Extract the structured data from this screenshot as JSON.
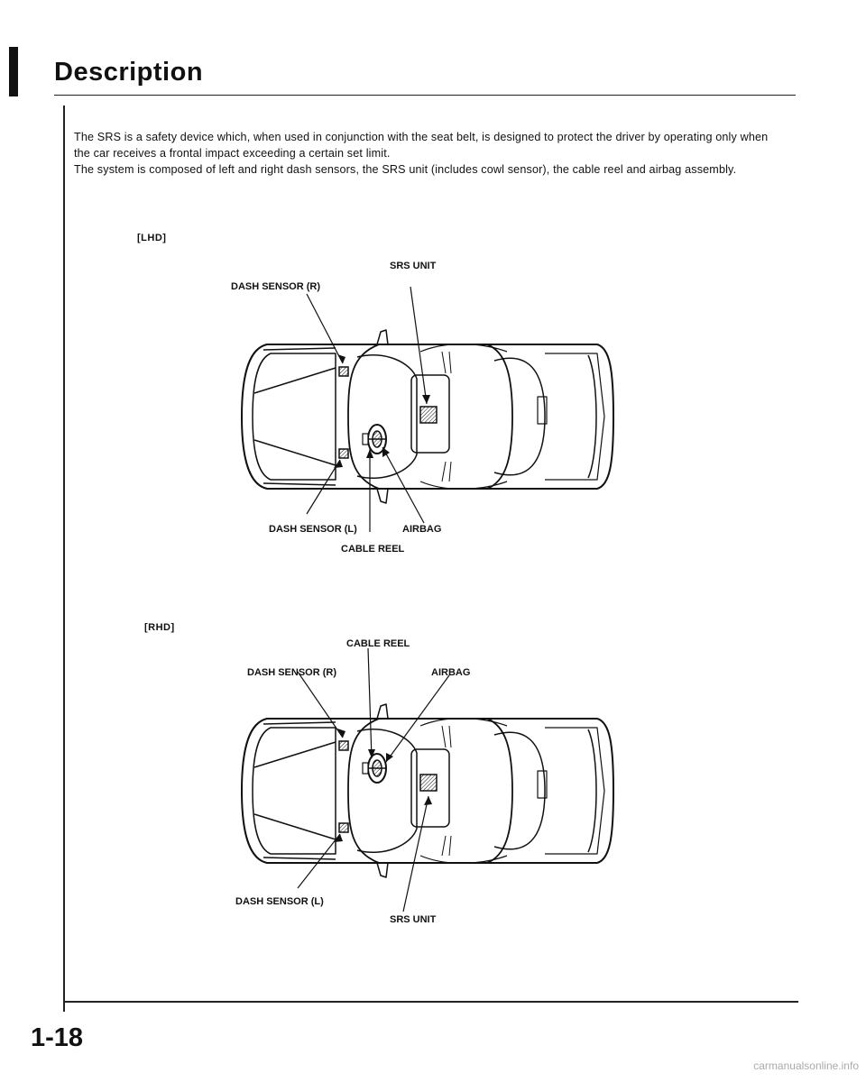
{
  "header": {
    "title": "Description"
  },
  "intro": {
    "paragraph1": "The SRS is a safety device which, when used in conjunction with the seat belt, is designed to protect the driver by operating only when the car receives a frontal impact exceeding a certain set limit.",
    "paragraph2": "The system is composed of left and right dash sensors, the SRS unit (includes cowl sensor), the cable reel and airbag assembly."
  },
  "lhd": {
    "label": "[LHD]",
    "dash_sensor_r": "DASH SENSOR (R)",
    "srs_unit": "SRS UNIT",
    "dash_sensor_l": "DASH SENSOR (L)",
    "airbag": "AIRBAG",
    "cable_reel": "CABLE REEL"
  },
  "rhd": {
    "label": "[RHD]",
    "cable_reel": "CABLE REEL",
    "dash_sensor_r": "DASH SENSOR (R)",
    "airbag": "AIRBAG",
    "dash_sensor_l": "DASH SENSOR (L)",
    "srs_unit": "SRS UNIT"
  },
  "footer": {
    "page_number": "1-18",
    "watermark": "carmanualsonline.info"
  }
}
